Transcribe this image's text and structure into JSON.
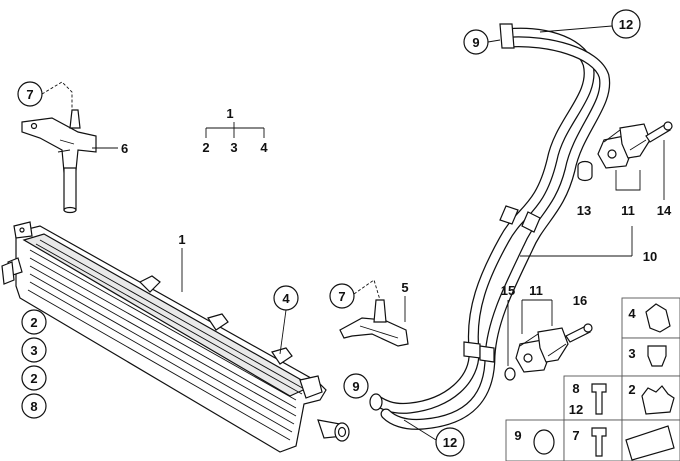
{
  "callouts": {
    "c7_top": "7",
    "c6": "6",
    "c1_group": "1",
    "c2": "2",
    "c3": "3",
    "c4": "4",
    "c1": "1",
    "c4_cooler": "4",
    "c7_mid": "7",
    "c5": "5",
    "c9_top": "9",
    "c12_top": "12",
    "c13": "13",
    "c11_top": "11",
    "c14": "14",
    "c10": "10",
    "c15": "15",
    "c11_mid": "11",
    "c16": "16",
    "c9_bottom": "9",
    "c12_bottom": "12"
  },
  "legend_left": [
    "2",
    "3",
    "2",
    "8"
  ],
  "legend_grid": {
    "r1_left": "4",
    "r2_left": "3",
    "r2_right": "2",
    "r3_a": "8",
    "r3_b": "12",
    "r4_left": "9",
    "r4_right": "7"
  }
}
